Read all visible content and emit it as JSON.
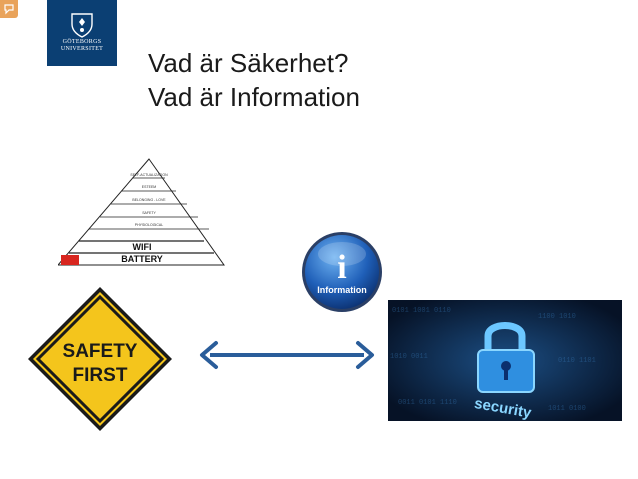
{
  "corner_badge": {
    "icon": "chat-bubble-icon",
    "color": "#e9a35b"
  },
  "logo": {
    "line1": "GÖTEBORGS",
    "line2": "UNIVERSITET",
    "color": "#0b3f73"
  },
  "title": {
    "line1": "Vad är Säkerhet?",
    "line2": "Vad är Information"
  },
  "pyramid": {
    "tiers": [
      "SELF-ACTUALIZATION",
      "ESTEEM",
      "BELONGING - LOVE",
      "SAFETY",
      "PHYSIOLOGICAL",
      "WIFI",
      "BATTERY"
    ]
  },
  "info_icon": {
    "glyph": "i",
    "label": "Information"
  },
  "safety_sign": {
    "line1": "SAFETY",
    "line2": "FIRST",
    "color": "#f4c51c"
  },
  "arrow": {
    "icon": "double-arrow-icon",
    "color": "#2a5d9a"
  },
  "security_image": {
    "label": "security",
    "icon": "padlock-icon"
  }
}
